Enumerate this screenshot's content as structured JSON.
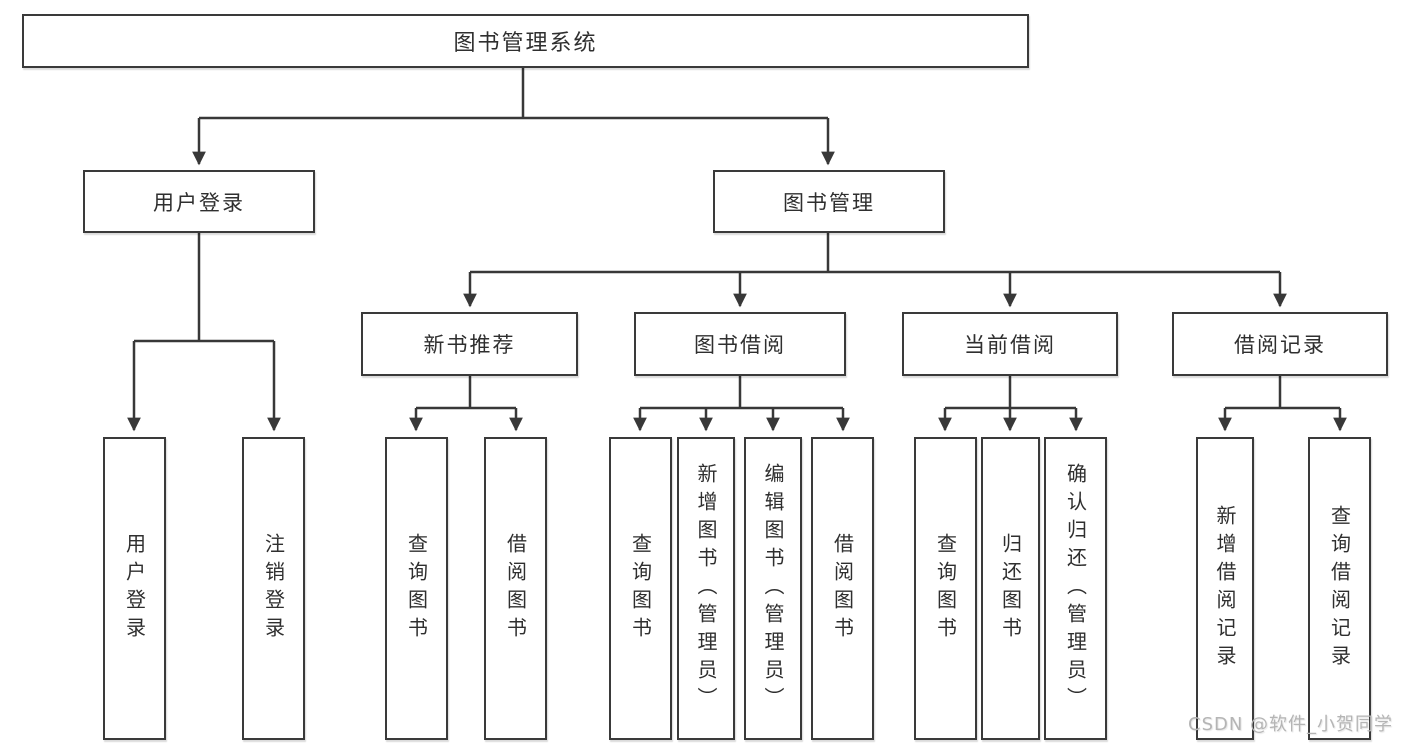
{
  "diagram": {
    "root": {
      "label": "图书管理系统"
    },
    "level2": [
      {
        "label": "用户登录"
      },
      {
        "label": "图书管理"
      }
    ],
    "level3": [
      {
        "label": "新书推荐"
      },
      {
        "label": "图书借阅"
      },
      {
        "label": "当前借阅"
      },
      {
        "label": "借阅记录"
      }
    ],
    "leaves": [
      {
        "label": "用户登录"
      },
      {
        "label": "注销登录"
      },
      {
        "label": "查询图书"
      },
      {
        "label": "借阅图书"
      },
      {
        "label": "查询图书"
      },
      {
        "label": "新增图书（管理员）"
      },
      {
        "label": "编辑图书（管理员）"
      },
      {
        "label": "借阅图书"
      },
      {
        "label": "查询图书"
      },
      {
        "label": "归还图书"
      },
      {
        "label": "确认归还（管理员）"
      },
      {
        "label": "新增借阅记录"
      },
      {
        "label": "查询借阅记录"
      }
    ]
  },
  "watermark": {
    "text": "CSDN @软件_小贺同学"
  },
  "colors": {
    "line": "#383838",
    "box_border": "#3a3a3a",
    "text": "#2f2f2f",
    "watermark": "#b5b5b5",
    "background": "#ffffff"
  }
}
